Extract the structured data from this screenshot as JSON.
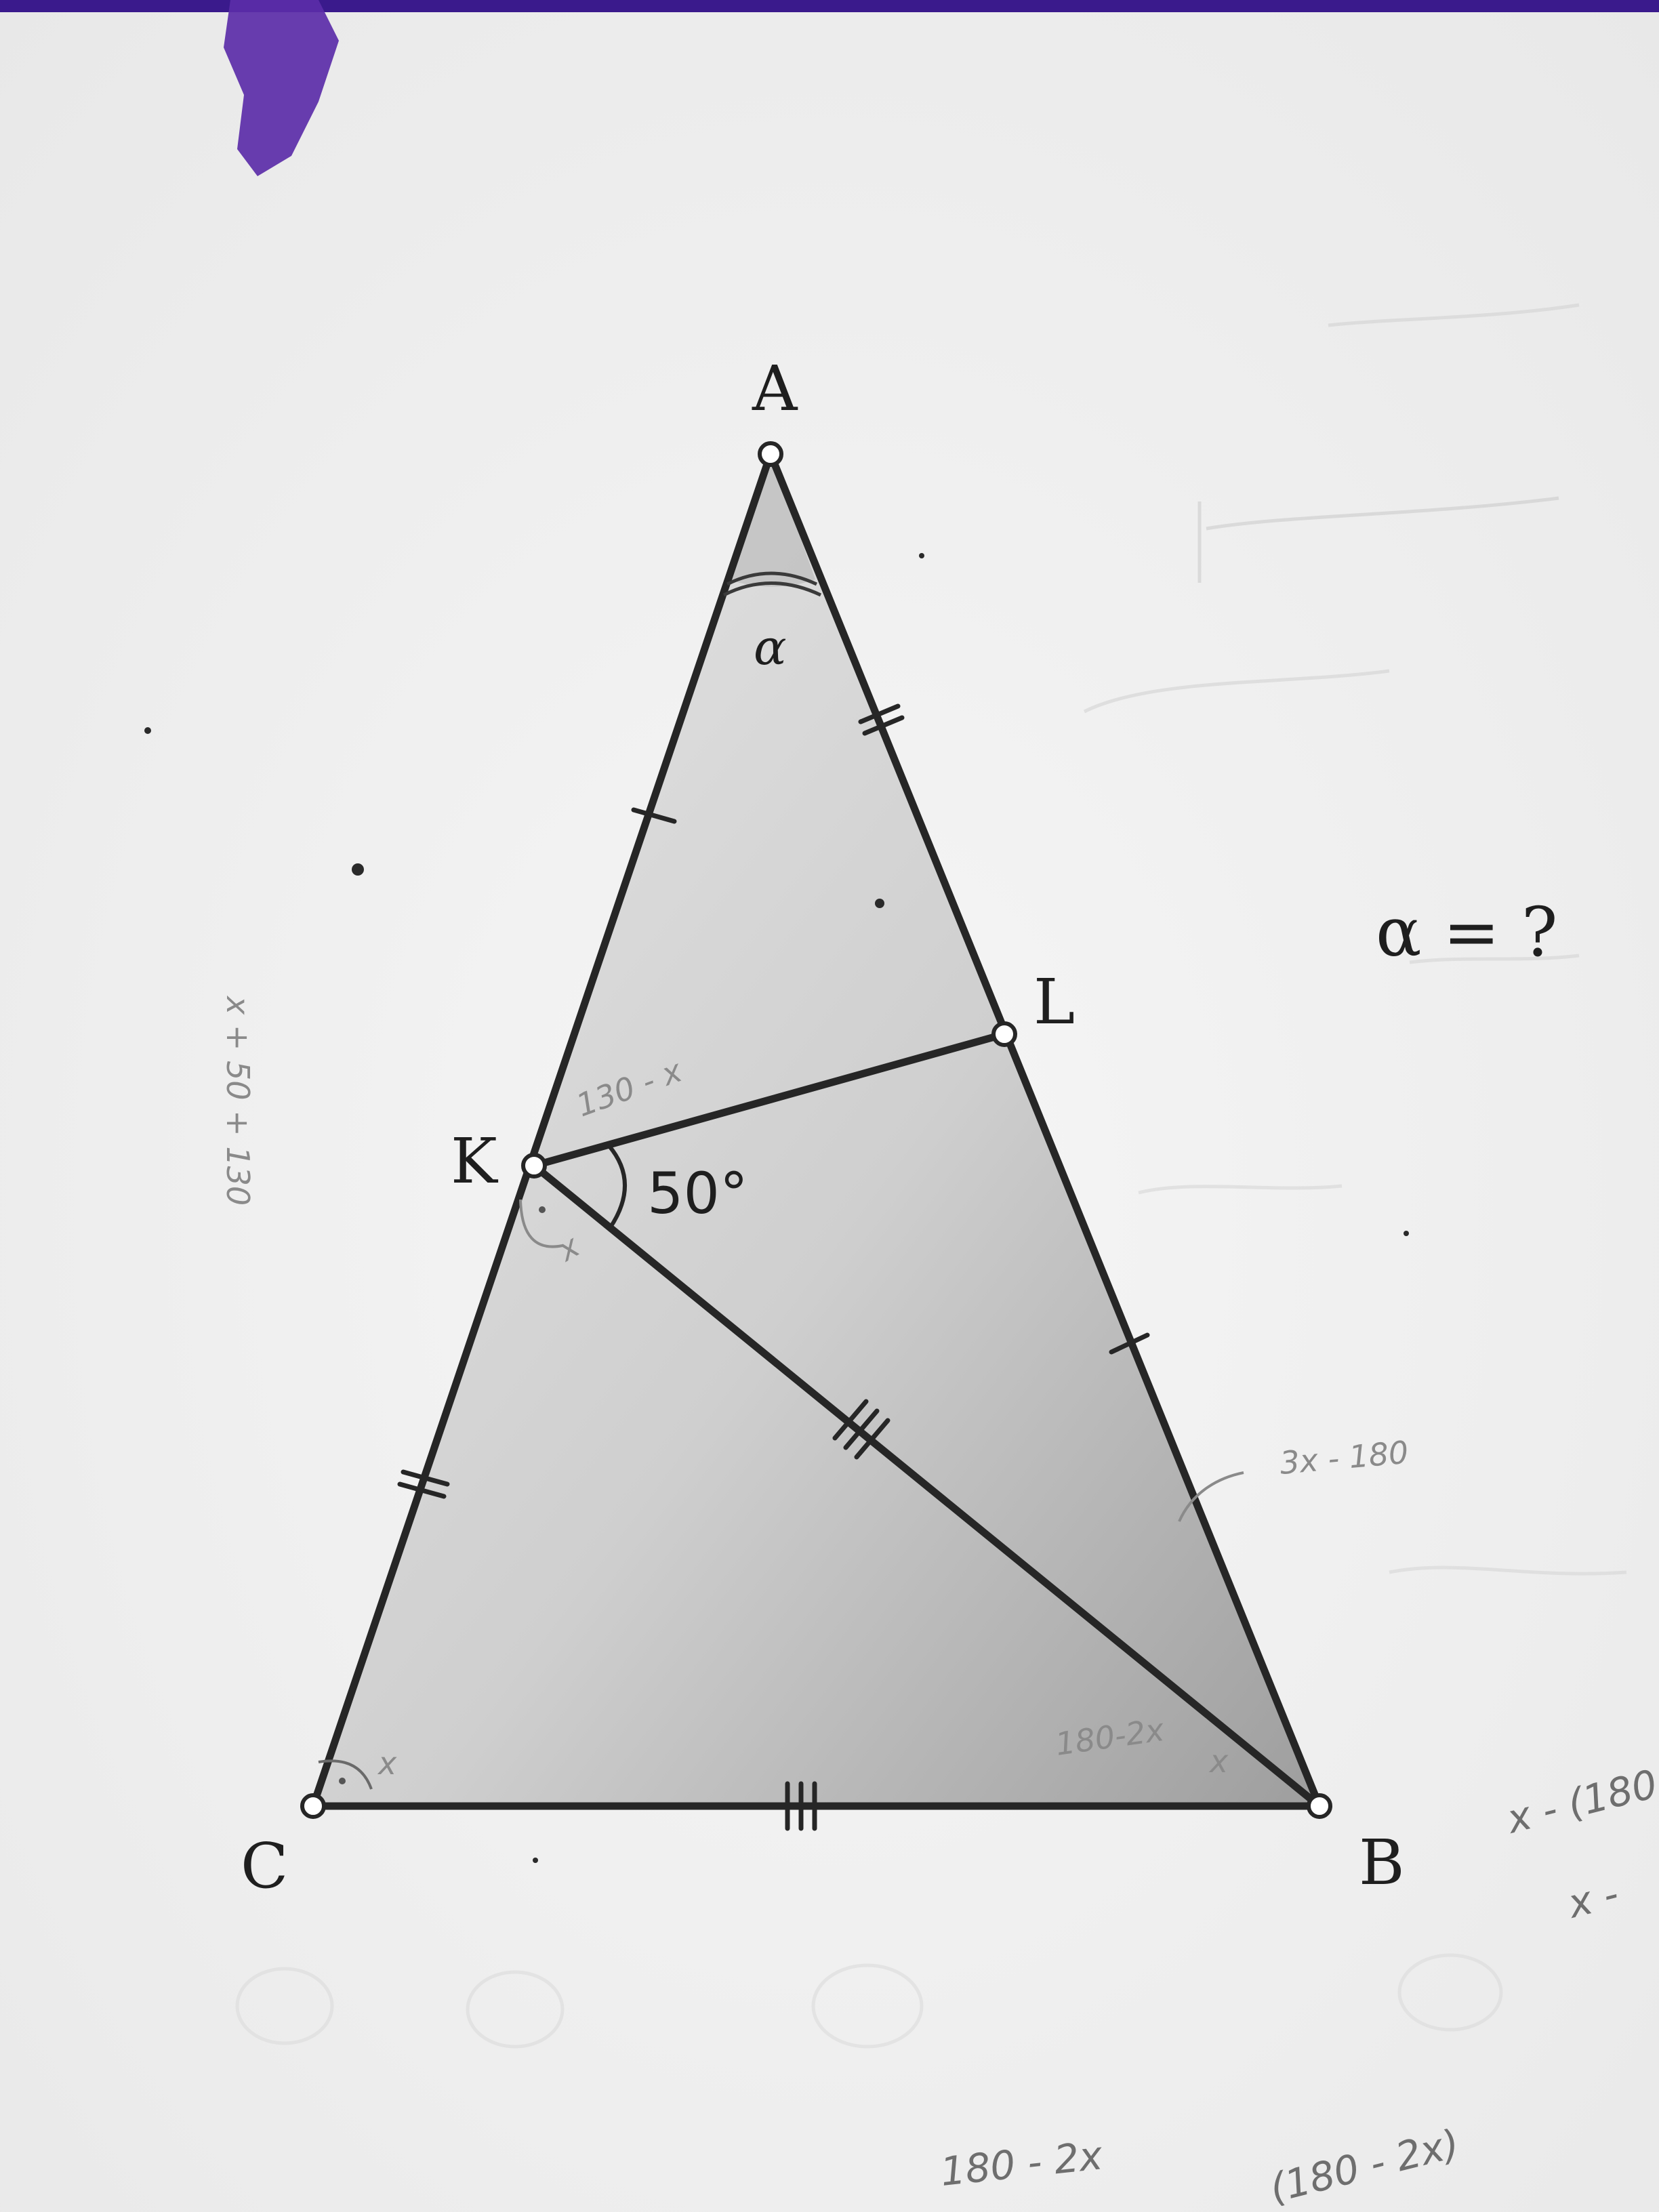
{
  "vertices": {
    "A": "A",
    "B": "B",
    "C": "C",
    "K": "K",
    "L": "L"
  },
  "angles": {
    "apex_symbol": "α",
    "given_angle": "50°"
  },
  "question": "α = ?",
  "handwritten_notes": {
    "angle_K_upper": "130 - x",
    "angle_K_lower": "x",
    "angle_C": "x",
    "near_B": "3x - 180",
    "angle_B_upper": "180-2x",
    "angle_B_lower": "x",
    "left_margin": "x + 50 + 130",
    "bottom_center": "180 - 2x",
    "bottom_right": "(180 - 2x)",
    "right_margin_1": "x - (180",
    "right_margin_2": "x -"
  },
  "colors": {
    "paper": "#f4f4f4",
    "triangle_light": "#e4e4e4",
    "triangle_dark": "#a6a6a6",
    "line": "#262626",
    "purple_binding": "#3a1a8c"
  }
}
